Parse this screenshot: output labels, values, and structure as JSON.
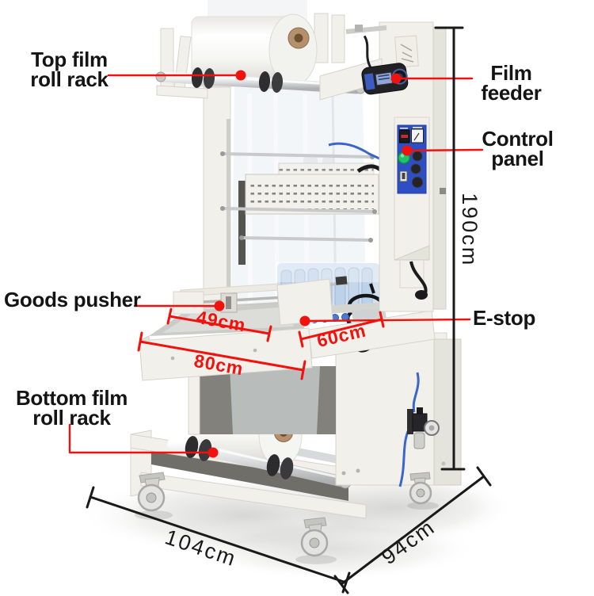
{
  "annotations": {
    "top_film_roll_rack": "Top film\nroll rack",
    "film_feeder": "Film\nfeeder",
    "control_panel": "Control\npanel",
    "goods_pusher": "Goods pusher",
    "e_stop": "E-stop",
    "bottom_film_roll_rack": "Bottom film\nroll rack"
  },
  "dimensions": {
    "machine_height": "190cm",
    "pusher_width": "49cm",
    "table_length": "80cm",
    "conveyor_depth": "60cm",
    "base_length": "104cm",
    "base_depth": "94cm"
  },
  "colors": {
    "background": "#ffffff",
    "annotation_red": "#f1120e",
    "dimension_black": "#1a1a1a",
    "label_text": "#141414",
    "machine_body": "#f1f0ea",
    "control_panel_blue": "#2e4fc4",
    "start_button_green": "#1fc36a",
    "film_core_brown": "#b5906a",
    "pneumatic_hose_blue": "#3a66cc"
  }
}
